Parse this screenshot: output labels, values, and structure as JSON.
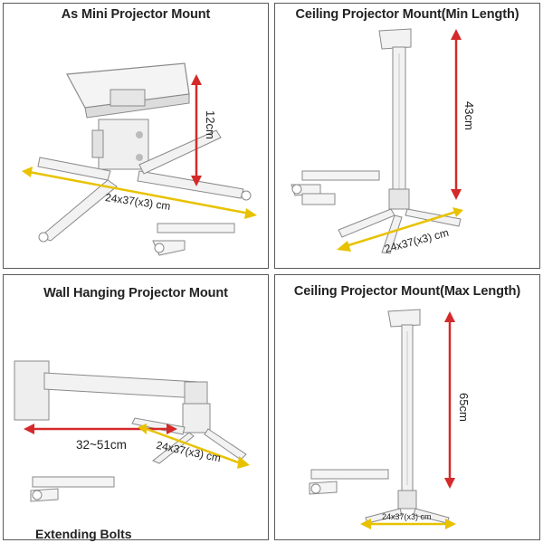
{
  "panels": [
    {
      "title": "As Mini Projector Mount",
      "height_label": "12cm",
      "width_label": "24x37(x3) cm"
    },
    {
      "title": "Ceiling Projector Mount(Min Length)",
      "height_label": "43cm",
      "width_label": "24x37(x3) cm"
    },
    {
      "title": "Wall Hanging Projector Mount",
      "reach_label": "32~51cm",
      "width_label": "24x37(x3) cm",
      "caption": "Extending Bolts"
    },
    {
      "title": "Ceiling Projector Mount(Max Length)",
      "height_label": "65cm",
      "width_label": "24x37(x3) cm"
    }
  ],
  "colors": {
    "height_arrow": "#d42a2a",
    "width_arrow": "#e8c200",
    "mount_metal": "#f2f2f2",
    "outline": "#8a8a8a"
  }
}
